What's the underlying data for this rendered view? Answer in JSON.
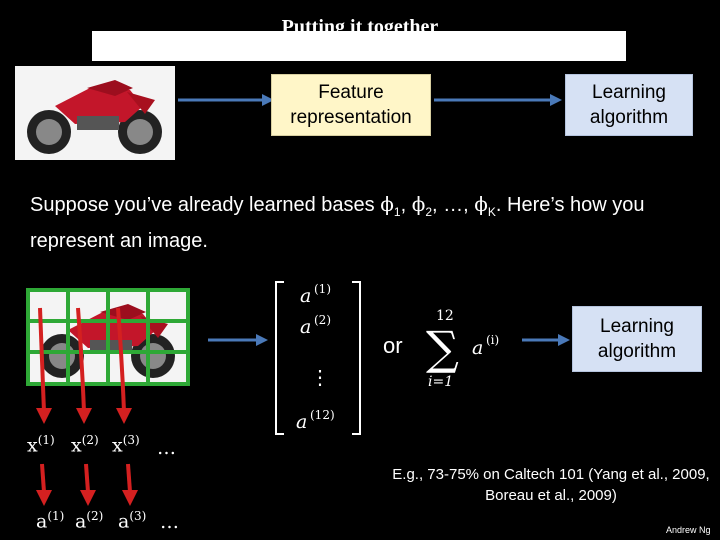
{
  "title": "Putting it together",
  "boxes": {
    "feature": "Feature representation",
    "learning_top": "Learning algorithm",
    "learning_bottom": "Learning algorithm"
  },
  "sentence": {
    "part1": "Suppose you’ve already learned bases ",
    "phi": "ϕ",
    "sub1": "1",
    "sep1": ", ",
    "sub2": "2",
    "sep2": ", …, ",
    "subk": "K",
    "part2": ".  Here’s how you represent an image."
  },
  "vector": {
    "a1": "a",
    "sup1": "(1)",
    "a2": "a",
    "sup2": "(2)",
    "dots": "⋮",
    "a12": "a",
    "sup12": "(12)"
  },
  "or_text": "or",
  "sum": {
    "upper": "12",
    "lower": "i=1",
    "term": "a",
    "sup": "(i)"
  },
  "x_labels": {
    "x": "x",
    "s1": "(1)",
    "s2": "(2)",
    "s3": "(3)",
    "ellipsis": "…"
  },
  "a_labels": {
    "a": "a",
    "s1": "(1)",
    "s2": "(2)",
    "s3": "(3)",
    "ellipsis": "…"
  },
  "example_text": "E.g., 73-75% on Caltech 101 (Yang et al., 2009, Boreau et al., 2009)",
  "credit": "Andrew Ng",
  "colors": {
    "arrow_blue": "#4a79b8",
    "grid_green": "#2ea836",
    "arrow_red": "#d42020",
    "feature_fill": "#fff6c8",
    "learning_fill": "#d6e1f4"
  }
}
